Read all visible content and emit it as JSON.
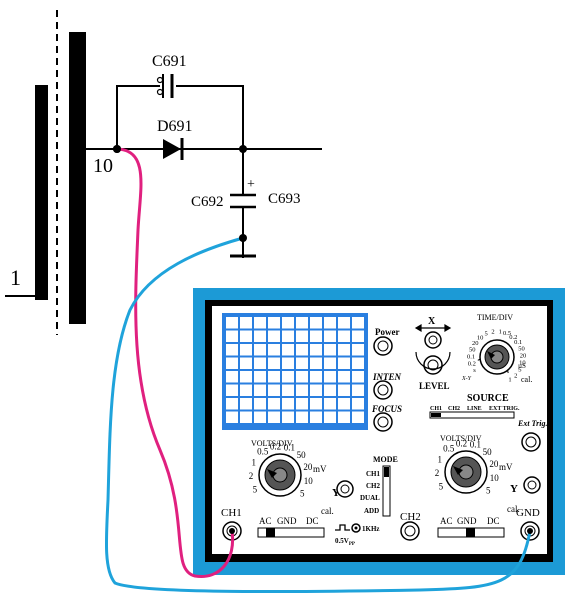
{
  "circuit": {
    "capacitor_top": "C691",
    "diode": "D691",
    "pin_10": "10",
    "capacitor_left": "C692",
    "capacitor_right": "C693",
    "plus_sign": "+",
    "pin_1": "1"
  },
  "scope": {
    "power_label": "Power",
    "x_label": "X",
    "level_label": "LEVEL",
    "inten_label": "INTEN",
    "focus_label": "FOCUS",
    "time_div_label": "TIME/DIV",
    "time_scale_left": [
      "mS",
      "1",
      "0.5",
      "0.2",
      "2",
      "5",
      "10",
      "20",
      "50",
      "0.1",
      "0.2",
      "s"
    ],
    "time_scale_right": [
      "0.1",
      "20",
      "50",
      "20",
      "10",
      "5",
      "2",
      "1"
    ],
    "time_units_us": "µS",
    "time_xy": "X-Y",
    "time_cal": "cal.",
    "source_label": "SOURCE",
    "source_options": [
      "CH1",
      "CH2",
      "LINE",
      "EXT TRIG."
    ],
    "ext_trig_label": "Ext Trig.",
    "volts_div_label": "VOLTS/DIV",
    "volts_scale": [
      "0.2",
      "0.1",
      "50",
      "0.5",
      "20",
      "1",
      "10",
      "2",
      "5",
      "5"
    ],
    "volts_mv": "mV",
    "volts_cal": "cal.",
    "y_label": "Y",
    "mode_label": "MODE",
    "mode_options": [
      "CH1",
      "CH2",
      "DUAL",
      "ADD"
    ],
    "ch1_label": "CH1",
    "ch2_label": "CH2",
    "gnd_label": "GND",
    "coupling": [
      "AC",
      "GND",
      "DC"
    ],
    "cal_freq": "1KHz",
    "cal_volt": "0.5V",
    "cal_volt_sub": "PP"
  },
  "colors": {
    "probe_ch1": "#e0207f",
    "probe_gnd": "#1fa3db",
    "scope_frame": "#1c9ad6",
    "grid": "#2a7fe0"
  }
}
